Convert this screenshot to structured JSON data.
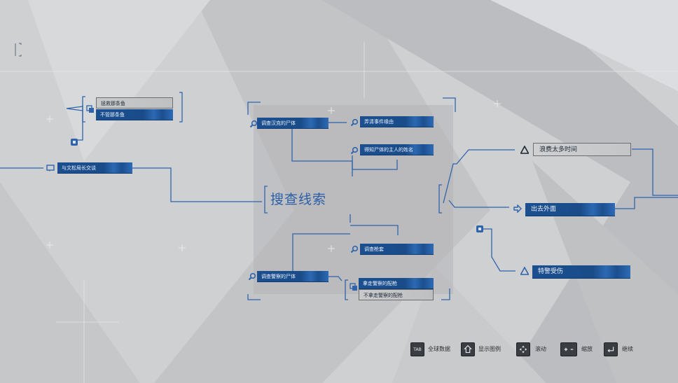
{
  "center": {
    "title": "搜查线索"
  },
  "nodes": {
    "save_ending": "拯救那条鱼",
    "leave_ending": "不管那条鱼",
    "talk_to_hank": "与文松局长交谈",
    "investigate_grey_body": "调查汉克的尸体",
    "discover_cause": "弄清事件缘由",
    "learn_name": "得知尸体的主人的姓名",
    "investigate_gun": "调查枪套",
    "investigate_officer_body": "调查警察的尸体",
    "take_officer_gun": "拿走警察的配枪",
    "leave_officer_gun": "不拿走警察的配枪",
    "waste_time": "浪费太多时间",
    "go_outside": "出去外面",
    "officer_injured": "特警受伤"
  },
  "legend": [
    {
      "key": "TAB",
      "label": "全球数据",
      "icon": "tab-key-icon"
    },
    {
      "key": "",
      "label": "显示图例",
      "icon": "home-key-icon"
    },
    {
      "key": "",
      "label": "滚动",
      "icon": "move-arrows-icon"
    },
    {
      "key": "",
      "label": "缩放",
      "icon": "zoom-plus-minus-icon"
    },
    {
      "key": "",
      "label": "继续",
      "icon": "enter-key-icon"
    }
  ],
  "colors": {
    "accent": "#1b4f8f",
    "wire": "#2f64ad",
    "background": "#d3d4d6",
    "hub_title": "#2a5fa7",
    "unlocked_grey": "#c6c7c9"
  }
}
